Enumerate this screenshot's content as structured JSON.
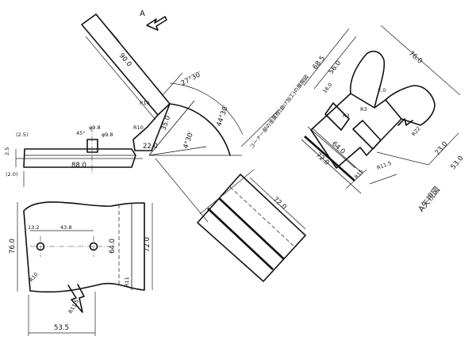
{
  "view_label": "A",
  "detail_view": {
    "title": "A矢視図"
  },
  "note": "コーナー部の金属板(曲げ加工)の展開図",
  "dims": {
    "top_length": "90.0",
    "angle_1": "27°30′",
    "angle_2": "44°30′",
    "angle_3": "4°30′",
    "angle_4": "45°",
    "r_10a": "R10",
    "r_10b": "R10",
    "d35": "35.0",
    "d22": "22.0",
    "d25": "2.5",
    "p98": "φ9.8",
    "p98b": "φ9.8",
    "len_88": "88.0",
    "height_76": "76.0",
    "d132": "13.2",
    "d438": "43.8",
    "d640": "64.0",
    "d720": "72.0",
    "r10c": "R10",
    "r11": "R11",
    "r115": "R11.5",
    "d535": "53.5",
    "strip_72": "72.0",
    "v_685": "68.5",
    "v_560": "56.0",
    "v_760": "76.0",
    "v_160": "16.0",
    "v_r3a": "R3",
    "v_r3b": "R3",
    "v_d2": "2.0",
    "v_640": "64.0",
    "v_720": "72.0",
    "v_r15": "R15",
    "v_r115": "R11.5",
    "v_r22": "R22",
    "v_230": "23.0",
    "v_530": "53.0",
    "side_a": "(2.5)",
    "side_b": "(2.0)"
  }
}
